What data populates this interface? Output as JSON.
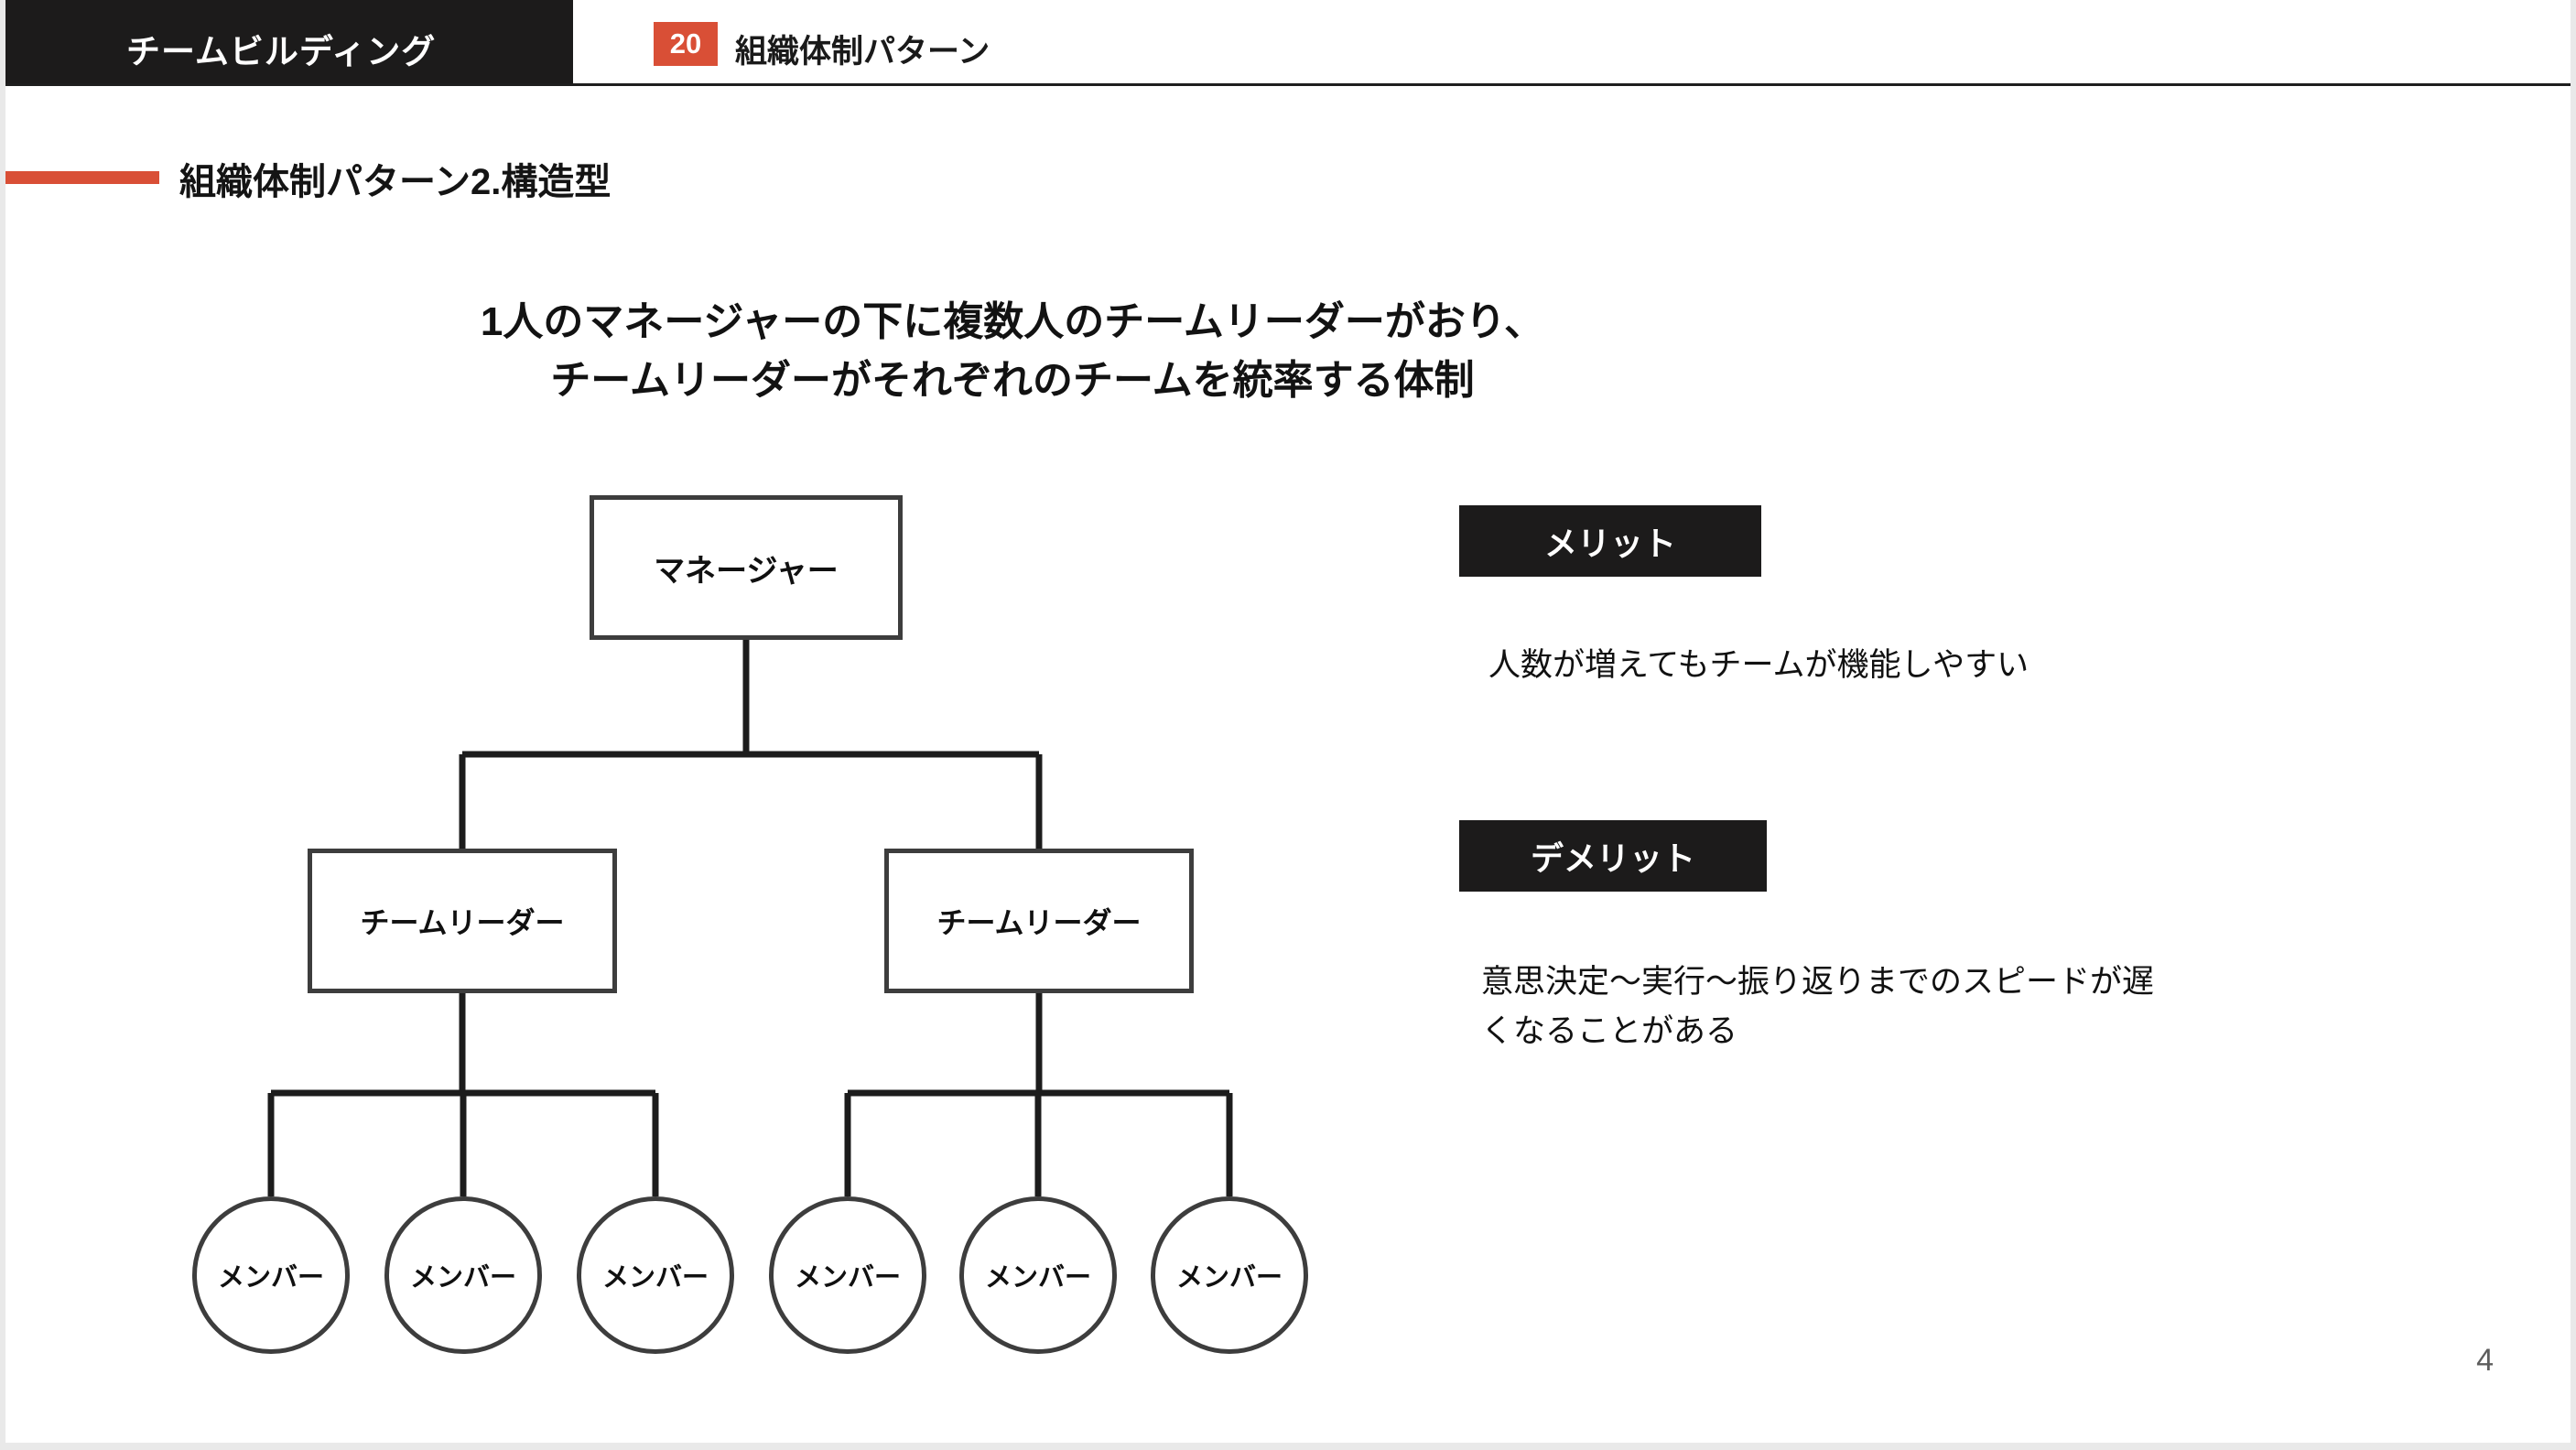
{
  "header": {
    "left_label": "チームビルディング",
    "chapter_number": "20",
    "chapter_title": "組織体制パターン"
  },
  "section": {
    "title": "組織体制パターン2.構造型"
  },
  "lead": {
    "line1": "1人のマネージャーの下に複数人のチームリーダーがおり、",
    "line2": "チームリーダーがそれぞれのチームを統率する体制"
  },
  "org_chart": {
    "manager": "マネージャー",
    "leaders": [
      "チームリーダー",
      "チームリーダー"
    ],
    "members": [
      "メンバー",
      "メンバー",
      "メンバー",
      "メンバー",
      "メンバー",
      "メンバー"
    ]
  },
  "merit": {
    "tag": "メリット",
    "text": "人数が増えてもチームが機能しやすい"
  },
  "demerit": {
    "tag": "デメリット",
    "line1": "意思決定〜実行〜振り返りまでのスピードが遅",
    "line2": "くなることがある"
  },
  "footer": {
    "page_number": "4"
  },
  "colors": {
    "accent": "#d94f36",
    "header_dark": "#1c1b1b",
    "node_border": "#3d3d3d",
    "text": "#111111"
  }
}
